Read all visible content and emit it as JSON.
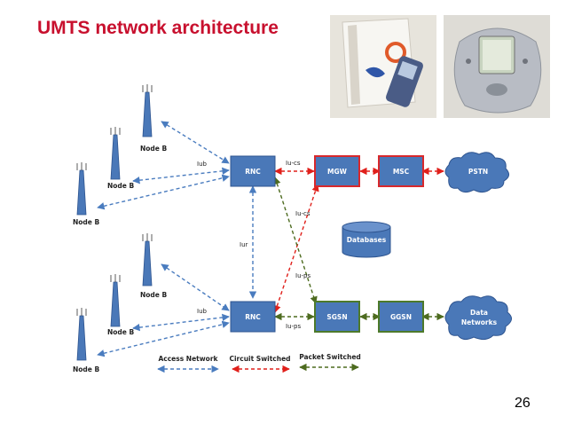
{
  "title": "UMTS network architecture",
  "page_number": "26",
  "colors": {
    "title": "#c8102e",
    "node_fill": "#4a78b8",
    "access_link": "#4a7cbf",
    "circuit_link": "#e0201b",
    "packet_link": "#4d6b1f",
    "cs_border": "#d8282c",
    "ps_border": "#4d7a2a",
    "cloud_fill": "#4a78b8"
  },
  "diagram": {
    "node_b_label": "Node B",
    "rnc_label": "RNC",
    "mgw_label": "MGW",
    "msc_label": "MSC",
    "pstn_label": "PSTN",
    "sgsn_label": "SGSN",
    "ggsn_label": "GGSN",
    "data_networks_line1": "Data",
    "data_networks_line2": "Networks",
    "databases_label": "Databases",
    "iub_top": "Iub",
    "iub_bottom": "Iub",
    "iur": "Iur",
    "iu_cs_top": "Iu-cs",
    "iu_cs_mid": "Iu-cs",
    "iu_ps_mid": "Iu-ps",
    "iu_ps_bottom": "Iu-ps"
  },
  "legend": {
    "access": "Access Network",
    "circuit": "Circuit Switched",
    "packet": "Packet Switched"
  }
}
